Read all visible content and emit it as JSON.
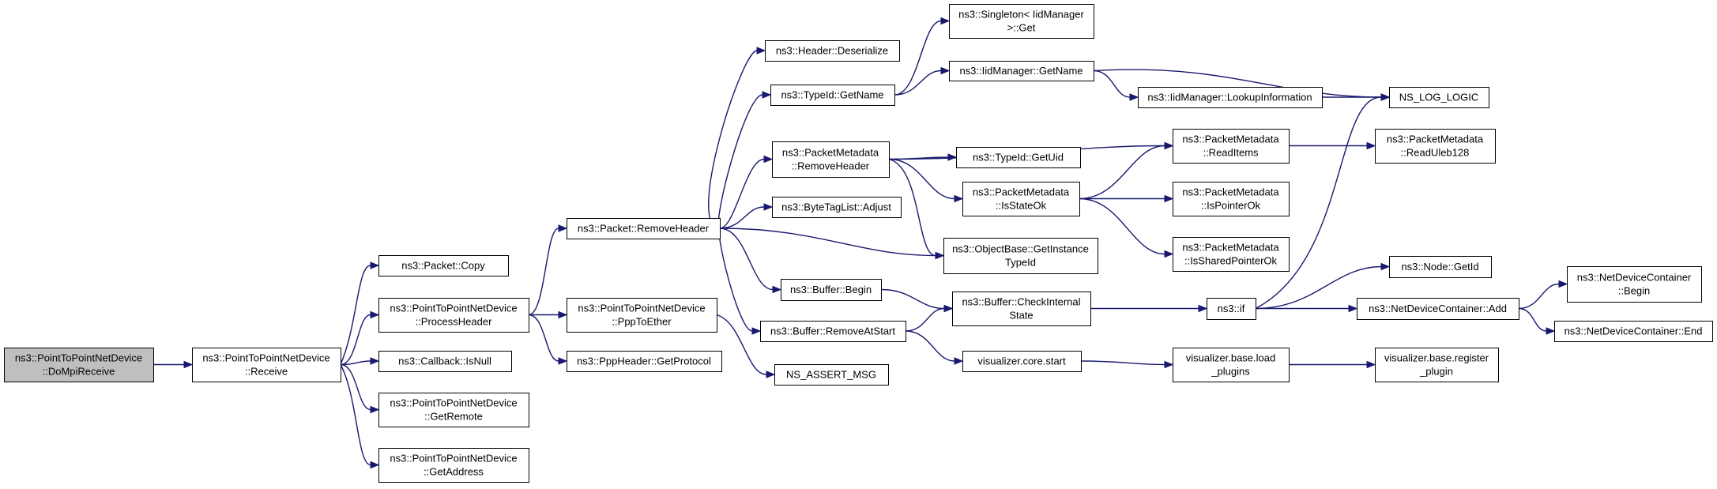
{
  "colors": {
    "edge": "#191970",
    "node_fill": "#ffffff",
    "root_fill": "#bfbfbf",
    "border": "#000000"
  },
  "nodes": [
    {
      "id": "do-mpi-receive",
      "lines": [
        "ns3::PointToPointNetDevice",
        "::DoMpiReceive"
      ]
    },
    {
      "id": "receive",
      "lines": [
        "ns3::PointToPointNetDevice",
        "::Receive"
      ]
    },
    {
      "id": "packet-copy",
      "lines": [
        "ns3::Packet::Copy"
      ]
    },
    {
      "id": "process-header",
      "lines": [
        "ns3::PointToPointNetDevice",
        "::ProcessHeader"
      ]
    },
    {
      "id": "callback-isnull",
      "lines": [
        "ns3::Callback::IsNull"
      ]
    },
    {
      "id": "get-remote",
      "lines": [
        "ns3::PointToPointNetDevice",
        "::GetRemote"
      ]
    },
    {
      "id": "get-address",
      "lines": [
        "ns3::PointToPointNetDevice",
        "::GetAddress"
      ]
    },
    {
      "id": "packet-removeheader",
      "lines": [
        "ns3::Packet::RemoveHeader"
      ]
    },
    {
      "id": "ppp-to-ether",
      "lines": [
        "ns3::PointToPointNetDevice",
        "::PppToEther"
      ]
    },
    {
      "id": "pppheader-getprotocol",
      "lines": [
        "ns3::PppHeader::GetProtocol"
      ]
    },
    {
      "id": "header-deserialize",
      "lines": [
        "ns3::Header::Deserialize"
      ]
    },
    {
      "id": "typeid-getname",
      "lines": [
        "ns3::TypeId::GetName"
      ]
    },
    {
      "id": "pm-removeheader",
      "lines": [
        "ns3::PacketMetadata",
        "::RemoveHeader"
      ]
    },
    {
      "id": "bytetaglist-adjust",
      "lines": [
        "ns3::ByteTagList::Adjust"
      ]
    },
    {
      "id": "buffer-begin",
      "lines": [
        "ns3::Buffer::Begin"
      ]
    },
    {
      "id": "buffer-removeatstart",
      "lines": [
        "ns3::Buffer::RemoveAtStart"
      ]
    },
    {
      "id": "ns-assert-msg",
      "lines": [
        "NS_ASSERT_MSG"
      ]
    },
    {
      "id": "singleton-get",
      "lines": [
        "ns3::Singleton< IidManager",
        " >::Get"
      ]
    },
    {
      "id": "iidmanager-getname",
      "lines": [
        "ns3::IidManager::GetName"
      ]
    },
    {
      "id": "typeid-getuid",
      "lines": [
        "ns3::TypeId::GetUid"
      ]
    },
    {
      "id": "pm-isstateok",
      "lines": [
        "ns3::PacketMetadata",
        "::IsStateOk"
      ]
    },
    {
      "id": "objectbase-getinstancetypeid",
      "lines": [
        "ns3::ObjectBase::GetInstance",
        "TypeId"
      ]
    },
    {
      "id": "buffer-checkinternalstate",
      "lines": [
        "ns3::Buffer::CheckInternal",
        "State"
      ]
    },
    {
      "id": "visualizer-core-start",
      "lines": [
        "visualizer.core.start"
      ]
    },
    {
      "id": "iidmanager-lookupinformation",
      "lines": [
        "ns3::IidManager::LookupInformation"
      ]
    },
    {
      "id": "pm-readitems",
      "lines": [
        "ns3::PacketMetadata",
        "::ReadItems"
      ]
    },
    {
      "id": "pm-ispointerok",
      "lines": [
        "ns3::PacketMetadata",
        "::IsPointerOk"
      ]
    },
    {
      "id": "pm-issharedpointerok",
      "lines": [
        "ns3::PacketMetadata",
        "::IsSharedPointerOk"
      ]
    },
    {
      "id": "ns3-if",
      "lines": [
        "ns3::if"
      ]
    },
    {
      "id": "visualizer-base-load-plugins",
      "lines": [
        "visualizer.base.load",
        "_plugins"
      ]
    },
    {
      "id": "ns-log-logic",
      "lines": [
        "NS_LOG_LOGIC"
      ]
    },
    {
      "id": "pm-readuleb128",
      "lines": [
        "ns3::PacketMetadata",
        "::ReadUleb128"
      ]
    },
    {
      "id": "node-getid",
      "lines": [
        "ns3::Node::GetId"
      ]
    },
    {
      "id": "netdevicecontainer-add",
      "lines": [
        "ns3::NetDeviceContainer::Add"
      ]
    },
    {
      "id": "visualizer-base-register-plugin",
      "lines": [
        "visualizer.base.register",
        "_plugin"
      ]
    },
    {
      "id": "netdevicecontainer-begin",
      "lines": [
        "ns3::NetDeviceContainer",
        "::Begin"
      ]
    },
    {
      "id": "netdevicecontainer-end",
      "lines": [
        "ns3::NetDeviceContainer::End"
      ]
    }
  ],
  "edges": [
    {
      "from": "do-mpi-receive",
      "to": "receive"
    },
    {
      "from": "receive",
      "to": "packet-copy"
    },
    {
      "from": "receive",
      "to": "process-header"
    },
    {
      "from": "receive",
      "to": "callback-isnull"
    },
    {
      "from": "receive",
      "to": "get-remote"
    },
    {
      "from": "receive",
      "to": "get-address"
    },
    {
      "from": "process-header",
      "to": "packet-removeheader"
    },
    {
      "from": "process-header",
      "to": "ppp-to-ether"
    },
    {
      "from": "process-header",
      "to": "pppheader-getprotocol"
    },
    {
      "from": "ppp-to-ether",
      "to": "ns-assert-msg"
    },
    {
      "from": "packet-removeheader",
      "to": "header-deserialize"
    },
    {
      "from": "packet-removeheader",
      "to": "typeid-getname"
    },
    {
      "from": "packet-removeheader",
      "to": "pm-removeheader"
    },
    {
      "from": "packet-removeheader",
      "to": "bytetaglist-adjust"
    },
    {
      "from": "packet-removeheader",
      "to": "objectbase-getinstancetypeid"
    },
    {
      "from": "packet-removeheader",
      "to": "buffer-begin"
    },
    {
      "from": "packet-removeheader",
      "to": "buffer-removeatstart"
    },
    {
      "from": "typeid-getname",
      "to": "singleton-get"
    },
    {
      "from": "typeid-getname",
      "to": "iidmanager-getname"
    },
    {
      "from": "iidmanager-getname",
      "to": "iidmanager-lookupinformation"
    },
    {
      "from": "iidmanager-getname",
      "to": "ns-log-logic"
    },
    {
      "from": "iidmanager-lookupinformation",
      "to": "ns-log-logic"
    },
    {
      "from": "pm-removeheader",
      "to": "pm-readitems"
    },
    {
      "from": "pm-removeheader",
      "to": "typeid-getuid"
    },
    {
      "from": "pm-removeheader",
      "to": "pm-isstateok"
    },
    {
      "from": "pm-removeheader",
      "to": "objectbase-getinstancetypeid"
    },
    {
      "from": "pm-isstateok",
      "to": "pm-readitems"
    },
    {
      "from": "pm-isstateok",
      "to": "pm-ispointerok"
    },
    {
      "from": "pm-isstateok",
      "to": "pm-issharedpointerok"
    },
    {
      "from": "pm-readitems",
      "to": "pm-readuleb128"
    },
    {
      "from": "buffer-begin",
      "to": "buffer-checkinternalstate"
    },
    {
      "from": "buffer-removeatstart",
      "to": "buffer-checkinternalstate"
    },
    {
      "from": "buffer-removeatstart",
      "to": "visualizer-core-start"
    },
    {
      "from": "buffer-checkinternalstate",
      "to": "ns3-if"
    },
    {
      "from": "ns3-if",
      "to": "ns-log-logic"
    },
    {
      "from": "ns3-if",
      "to": "node-getid"
    },
    {
      "from": "ns3-if",
      "to": "netdevicecontainer-add"
    },
    {
      "from": "netdevicecontainer-add",
      "to": "netdevicecontainer-begin"
    },
    {
      "from": "netdevicecontainer-add",
      "to": "netdevicecontainer-end"
    },
    {
      "from": "visualizer-core-start",
      "to": "visualizer-base-load-plugins"
    },
    {
      "from": "visualizer-base-load-plugins",
      "to": "visualizer-base-register-plugin"
    }
  ]
}
